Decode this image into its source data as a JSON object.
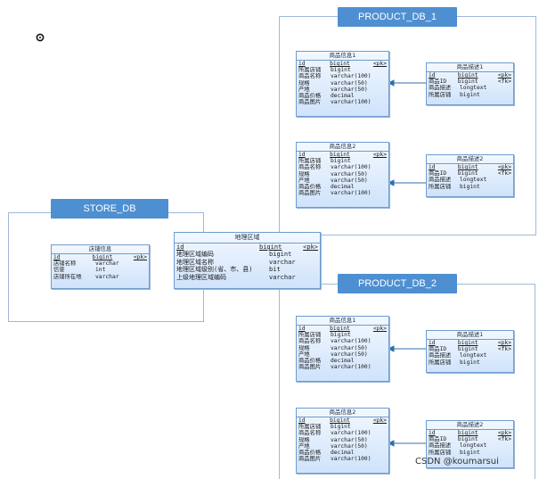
{
  "groups": {
    "store": {
      "label": "STORE_DB"
    },
    "product1": {
      "label": "PRODUCT_DB_1"
    },
    "product2": {
      "label": "PRODUCT_DB_2"
    }
  },
  "tables": {
    "store_info": {
      "title": "店铺信息",
      "rows": [
        {
          "name": "id",
          "type": "bigint",
          "key": "<pk>"
        },
        {
          "name": "店铺名称",
          "type": "varchar",
          "key": ""
        },
        {
          "name": "信誉",
          "type": "int",
          "key": ""
        },
        {
          "name": "店铺所在地",
          "type": "varchar",
          "key": ""
        }
      ]
    },
    "region": {
      "title": "地理区域",
      "rows": [
        {
          "name": "id",
          "type": "bigint",
          "key": "<pk>"
        },
        {
          "name": "地理区域编码",
          "type": "bigint",
          "key": ""
        },
        {
          "name": "地理区域名称",
          "type": "varchar",
          "key": ""
        },
        {
          "name": "地理区域级别(省、市、县)",
          "type": "bit",
          "key": ""
        },
        {
          "name": "上级地理区域编码",
          "type": "varchar",
          "key": ""
        }
      ]
    },
    "p1_info1": {
      "title": "商品信息1",
      "rows": [
        {
          "name": "id",
          "type": "bigint",
          "key": "<pk>"
        },
        {
          "name": "所属店铺",
          "type": "bigint",
          "key": ""
        },
        {
          "name": "商品名称",
          "type": "varchar(100)",
          "key": ""
        },
        {
          "name": "规格",
          "type": "varchar(50)",
          "key": ""
        },
        {
          "name": "产地",
          "type": "varchar(50)",
          "key": ""
        },
        {
          "name": "商品价格",
          "type": "decimal",
          "key": ""
        },
        {
          "name": "商品图片",
          "type": "varchar(100)",
          "key": ""
        }
      ]
    },
    "p1_desc1": {
      "title": "商品描述1",
      "rows": [
        {
          "name": "id",
          "type": "bigint",
          "key": "<pk>"
        },
        {
          "name": "商品ID",
          "type": "bigint",
          "key": "<fk>"
        },
        {
          "name": "商品描述",
          "type": "longtext",
          "key": ""
        },
        {
          "name": "所属店铺",
          "type": "bigint",
          "key": ""
        }
      ]
    },
    "p1_info2": {
      "title": "商品信息2",
      "rows": [
        {
          "name": "id",
          "type": "bigint",
          "key": "<pk>"
        },
        {
          "name": "所属店铺",
          "type": "bigint",
          "key": ""
        },
        {
          "name": "商品名称",
          "type": "varchar(100)",
          "key": ""
        },
        {
          "name": "规格",
          "type": "varchar(50)",
          "key": ""
        },
        {
          "name": "产地",
          "type": "varchar(50)",
          "key": ""
        },
        {
          "name": "商品价格",
          "type": "decimal",
          "key": ""
        },
        {
          "name": "商品图片",
          "type": "varchar(100)",
          "key": ""
        }
      ]
    },
    "p1_desc2": {
      "title": "商品描述2",
      "rows": [
        {
          "name": "id",
          "type": "bigint",
          "key": "<pk>"
        },
        {
          "name": "商品ID",
          "type": "bigint",
          "key": "<fk>"
        },
        {
          "name": "商品描述",
          "type": "longtext",
          "key": ""
        },
        {
          "name": "所属店铺",
          "type": "bigint",
          "key": ""
        }
      ]
    },
    "p2_info1": {
      "title": "商品信息1",
      "rows": [
        {
          "name": "id",
          "type": "bigint",
          "key": "<pk>"
        },
        {
          "name": "所属店铺",
          "type": "bigint",
          "key": ""
        },
        {
          "name": "商品名称",
          "type": "varchar(100)",
          "key": ""
        },
        {
          "name": "规格",
          "type": "varchar(50)",
          "key": ""
        },
        {
          "name": "产地",
          "type": "varchar(50)",
          "key": ""
        },
        {
          "name": "商品价格",
          "type": "decimal",
          "key": ""
        },
        {
          "name": "商品图片",
          "type": "varchar(100)",
          "key": ""
        }
      ]
    },
    "p2_desc1": {
      "title": "商品描述1",
      "rows": [
        {
          "name": "id",
          "type": "bigint",
          "key": "<pk>"
        },
        {
          "name": "商品ID",
          "type": "bigint",
          "key": "<fk>"
        },
        {
          "name": "商品描述",
          "type": "longtext",
          "key": ""
        },
        {
          "name": "所属店铺",
          "type": "bigint",
          "key": ""
        }
      ]
    },
    "p2_info2": {
      "title": "商品信息2",
      "rows": [
        {
          "name": "id",
          "type": "bigint",
          "key": "<pk>"
        },
        {
          "name": "所属店铺",
          "type": "bigint",
          "key": ""
        },
        {
          "name": "商品名称",
          "type": "varchar(100)",
          "key": ""
        },
        {
          "name": "规格",
          "type": "varchar(50)",
          "key": ""
        },
        {
          "name": "产地",
          "type": "varchar(50)",
          "key": ""
        },
        {
          "name": "商品价格",
          "type": "decimal",
          "key": ""
        },
        {
          "name": "商品图片",
          "type": "varchar(100)",
          "key": ""
        }
      ]
    },
    "p2_desc2": {
      "title": "商品描述2",
      "rows": [
        {
          "name": "id",
          "type": "bigint",
          "key": "<pk>"
        },
        {
          "name": "商品ID",
          "type": "bigint",
          "key": "<fk>"
        },
        {
          "name": "商品描述",
          "type": "longtext",
          "key": ""
        },
        {
          "name": "所属店铺",
          "type": "bigint",
          "key": ""
        }
      ]
    }
  },
  "watermark": {
    "text": "CSDN @koumarsui"
  },
  "colors": {
    "group_label": "#4e8fd1",
    "connector": "#2f6fb0"
  }
}
